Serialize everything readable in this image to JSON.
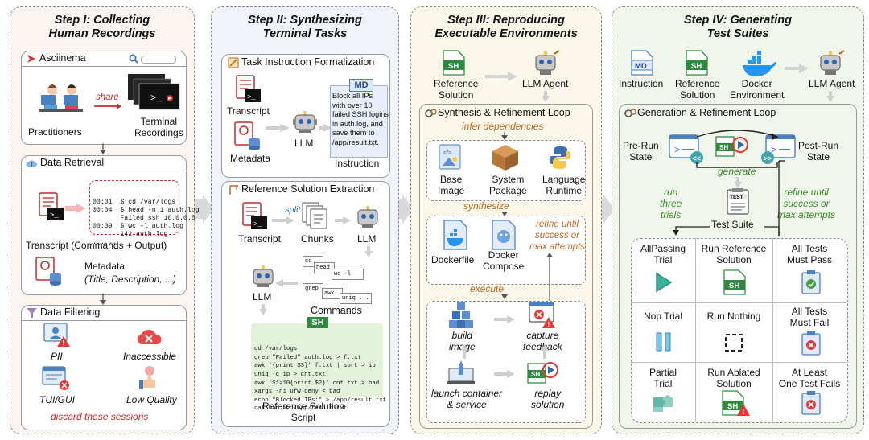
{
  "steps": [
    {
      "title_line1": "Step I: Collecting",
      "title_line2": "Human Recordings"
    },
    {
      "title_line1": "Step II: Synthesizing",
      "title_line2": "Terminal Tasks"
    },
    {
      "title_line1": "Step III: Reproducing",
      "title_line2": "Executable Environments"
    },
    {
      "title_line1": "Step IV: Generating",
      "title_line2": "Test Suites"
    }
  ],
  "step1": {
    "asciinema": "Asciinema",
    "share": "share",
    "practitioners": "Practitioners",
    "terminal_recordings": [
      "Terminal",
      "Recordings"
    ],
    "data_retrieval": "Data Retrieval",
    "transcript_lines": [
      "00:01  $ cd /var/logs",
      "00:04  $ head -n 1 auth.log",
      "       Failed ssh 10.0.0.5",
      "00:09  $ wc –l auth.log",
      "       142 auth.log",
      "......"
    ],
    "transcript_label": "Transcript (Commands + Output)",
    "metadata": "Metadata",
    "metadata_sub": "(Title, Description, ...)",
    "data_filtering": "Data Filtering",
    "pii": "PII",
    "inaccessible": "Inaccessible",
    "tui_gui": "TUI/GUI",
    "low_quality": "Low Quality",
    "discard": "discard these sessions"
  },
  "step2": {
    "task_instruction": "Task Instruction Formalization",
    "transcript": "Transcript",
    "metadata": "Metadata",
    "llm": "LLM",
    "instruction": "Instruction",
    "md_badge": "MD",
    "instruction_text": [
      "Block all IPs",
      "with over 10",
      "failed SSH logins",
      "in auth.log, and",
      "save them to",
      "/app/result.txt."
    ],
    "reference_extraction": "Reference Solution Extraction",
    "split": "split",
    "chunks": "Chunks",
    "commands": "Commands",
    "cmd_tokens": [
      "cd",
      "head",
      "wc -l",
      "grep",
      "awk",
      "uniq ..."
    ],
    "sh_badge": "SH",
    "script_lines": [
      "cd /var/logs",
      "grep \"Failed\" auth.log > f.txt",
      "awk '{print $3}' f.txt | sort > ip",
      "uniq -c ip > cnt.txt",
      "awk '$1>10{print $2}' cnt.txt > bad",
      "xargs -n1 ufw deny < bad",
      "echo \"Blocked IPs:\" > /app/result.txt",
      "cat bad >> /app/result.txt"
    ],
    "script_label": [
      "Reference Solution",
      "Script"
    ]
  },
  "step3": {
    "reference_solution": [
      "Reference",
      "Solution"
    ],
    "llm_agent": "LLM Agent",
    "sh_badge": "SH",
    "loop_title": "Synthesis & Refinement Loop",
    "infer": "infer dependencies",
    "base_image": [
      "Base",
      "Image"
    ],
    "system_package": [
      "System",
      "Package"
    ],
    "language_runtime": [
      "Language",
      "Runtime"
    ],
    "synthesize": "synthesize",
    "dockerfile": "Dockerfile",
    "docker_compose": [
      "Docker",
      "Compose"
    ],
    "refine": [
      "refine until",
      "success or",
      "max attempts"
    ],
    "execute": "execute",
    "build_image": [
      "build",
      "image"
    ],
    "capture_feedback": [
      "capture",
      "feedback"
    ],
    "launch": [
      "launch container",
      "& service"
    ],
    "replay": [
      "replay",
      "solution"
    ]
  },
  "step4": {
    "instruction": "Instruction",
    "reference_solution": [
      "Reference",
      "Solution"
    ],
    "docker_env": [
      "Docker",
      "Environment"
    ],
    "llm_agent": "LLM Agent",
    "md_badge": "MD",
    "sh_badge": "SH",
    "loop_title": "Generation & Refinement Loop",
    "pre_run": [
      "Pre-Run",
      "State"
    ],
    "post_run": [
      "Post-Run",
      "State"
    ],
    "generate": "generate",
    "run_three": [
      "run",
      "three",
      "trials"
    ],
    "refine": [
      "refine until",
      "success or",
      "max attempts"
    ],
    "test_badge": "TEST",
    "test_suite": "Test Suite",
    "table": [
      {
        "trial": [
          "AllPassing",
          "Trial"
        ],
        "run": [
          "Run Reference",
          "Solution"
        ],
        "expect": [
          "All Tests",
          "Must Pass"
        ]
      },
      {
        "trial": [
          "Nop Trial"
        ],
        "run": [
          "Run Nothing"
        ],
        "expect": [
          "All Tests",
          "Must Fail"
        ]
      },
      {
        "trial": [
          "Partial",
          "Trial"
        ],
        "run": [
          "Run Ablated",
          "Solution"
        ],
        "expect": [
          "At Least",
          "One Test Fails"
        ]
      }
    ]
  },
  "colors": {
    "step1_bg": "#fbf4f1",
    "step2_bg": "#f0f4fa",
    "step3_bg": "#fbf8ea",
    "step4_bg": "#f0f6ec",
    "accent_red": "#c62828",
    "accent_orange": "#c0661e",
    "accent_green": "#3a8a26"
  }
}
